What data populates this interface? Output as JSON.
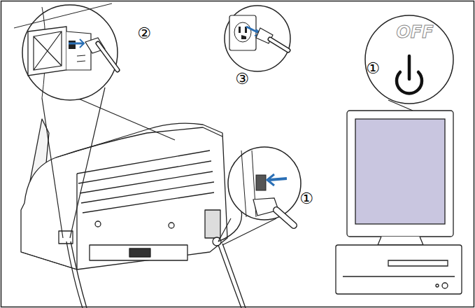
{
  "diagram": {
    "labels": [
      "②",
      "③",
      "①",
      "OFF",
      "①"
    ]
  }
}
